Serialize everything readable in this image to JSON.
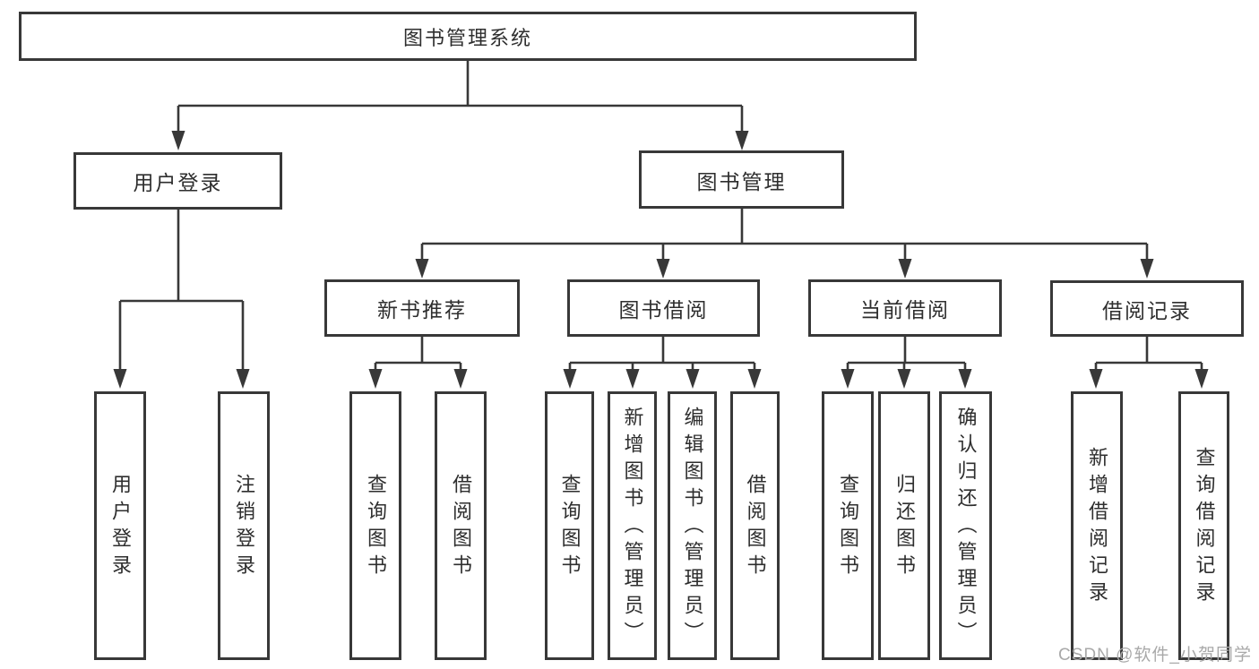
{
  "page": {
    "background": "#ffffff"
  },
  "diagram": {
    "type": "feature-tree",
    "colors": {
      "box_border": "#383838",
      "connector": "#383838",
      "text": "#2e2e2e",
      "watermark_text": "#a9a9a9"
    },
    "root": {
      "label": "图书管理系统"
    },
    "level2": [
      {
        "label": "用户登录"
      },
      {
        "label": "图书管理"
      }
    ],
    "level3": [
      {
        "label": "新书推荐"
      },
      {
        "label": "图书借阅"
      },
      {
        "label": "当前借阅"
      },
      {
        "label": "借阅记录"
      }
    ],
    "leaves": {
      "user": [
        "用户登录",
        "注销登录"
      ],
      "new_books": [
        "查询图书",
        "借阅图书"
      ],
      "borrow": [
        "查询图书",
        "新增图书（管理员）",
        "编辑图书（管理员）",
        "借阅图书"
      ],
      "current": [
        "查询图书",
        "归还图书",
        "确认归还（管理员）"
      ],
      "records": [
        "新增借阅记录",
        "查询借阅记录"
      ]
    }
  },
  "watermark": {
    "text": "CSDN @软件_小贺同学"
  }
}
